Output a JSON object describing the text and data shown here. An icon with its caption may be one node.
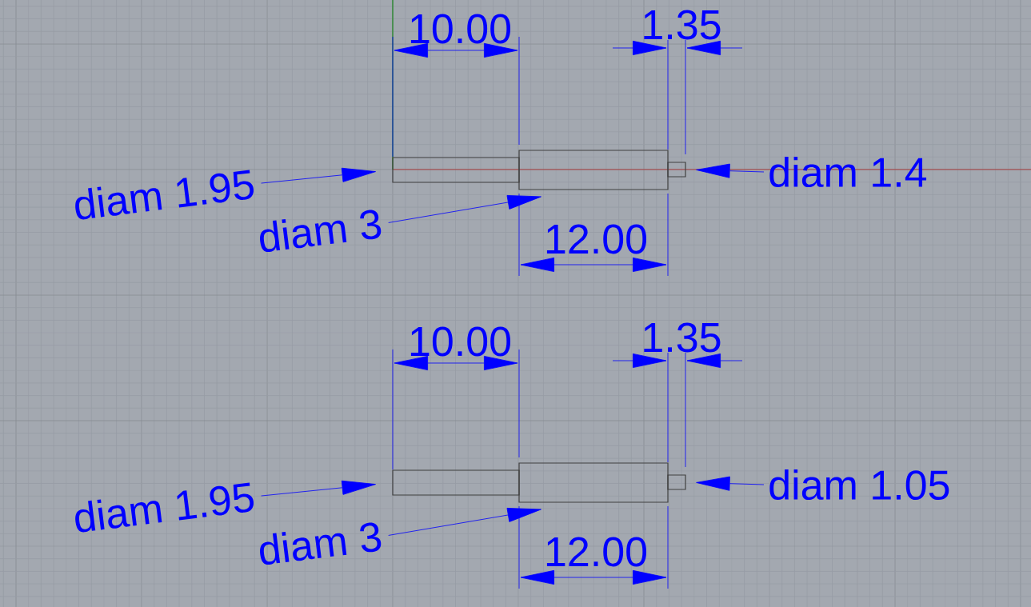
{
  "diagram": {
    "nodes": [
      {
        "text": [
          "diam 1.95"
        ]
      },
      {
        "text": [
          "diam 3"
        ]
      },
      {
        "text": [
          "diam 1.4"
        ]
      },
      {
        "text": [],
        "shape": "box"
      },
      {
        "text": [],
        "shape": "box"
      },
      {
        "text": [],
        "shape": "box"
      },
      {
        "text": [
          "diam 1.95"
        ]
      },
      {
        "text": [
          "diam 3"
        ]
      },
      {
        "text": [
          "diam 1.05"
        ]
      },
      {
        "text": [],
        "shape": "box"
      },
      {
        "text": [],
        "shape": "box"
      },
      {
        "text": [],
        "shape": "box"
      }
    ],
    "edges": [
      {
        "from": 0,
        "to": 3,
        "arrow": "to"
      },
      {
        "from": 1,
        "to": 4,
        "arrow": "to"
      },
      {
        "from": 2,
        "to": 5,
        "arrow": "to"
      },
      {
        "from": 6,
        "to": 9,
        "arrow": "to"
      },
      {
        "from": 7,
        "to": 10,
        "arrow": "to"
      },
      {
        "from": 8,
        "to": 11,
        "arrow": "to"
      }
    ],
    "labels": [
      "10.00",
      "1.35",
      "12.00",
      "10.00",
      "1.35",
      "12.00"
    ]
  }
}
